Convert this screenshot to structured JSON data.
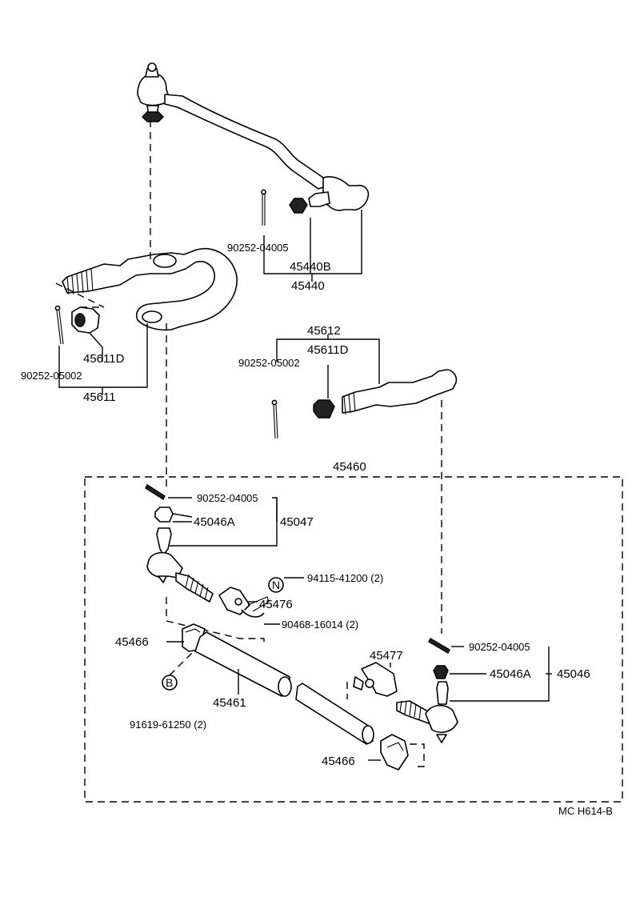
{
  "labels": {
    "p_90252_04005_a": "90252-04005",
    "p_45440b": "45440B",
    "p_45440": "45440",
    "p_45611d_a": "45611D",
    "p_90252_05002_a": "90252-05002",
    "p_45611": "45611",
    "p_45612": "45612",
    "p_45611d_b": "45611D",
    "p_90252_05002_b": "90252-05002",
    "p_45460": "45460",
    "p_90252_04005_b": "90252-04005",
    "p_45046a_a": "45046A",
    "p_45047": "45047",
    "p_94115_41200": "94115-41200 (2)",
    "p_45476": "45476",
    "p_90468_16014": "90468-16014 (2)",
    "p_45466_a": "45466",
    "p_45461": "45461",
    "p_91619_61250": "91619-61250 (2)",
    "p_45477": "45477",
    "p_90252_04005_c": "90252-04005",
    "p_45046a_b": "45046A",
    "p_45046": "45046",
    "p_45466_b": "45466",
    "marker_n": "N",
    "marker_b": "B",
    "diagram_code": "MC H614-B"
  }
}
